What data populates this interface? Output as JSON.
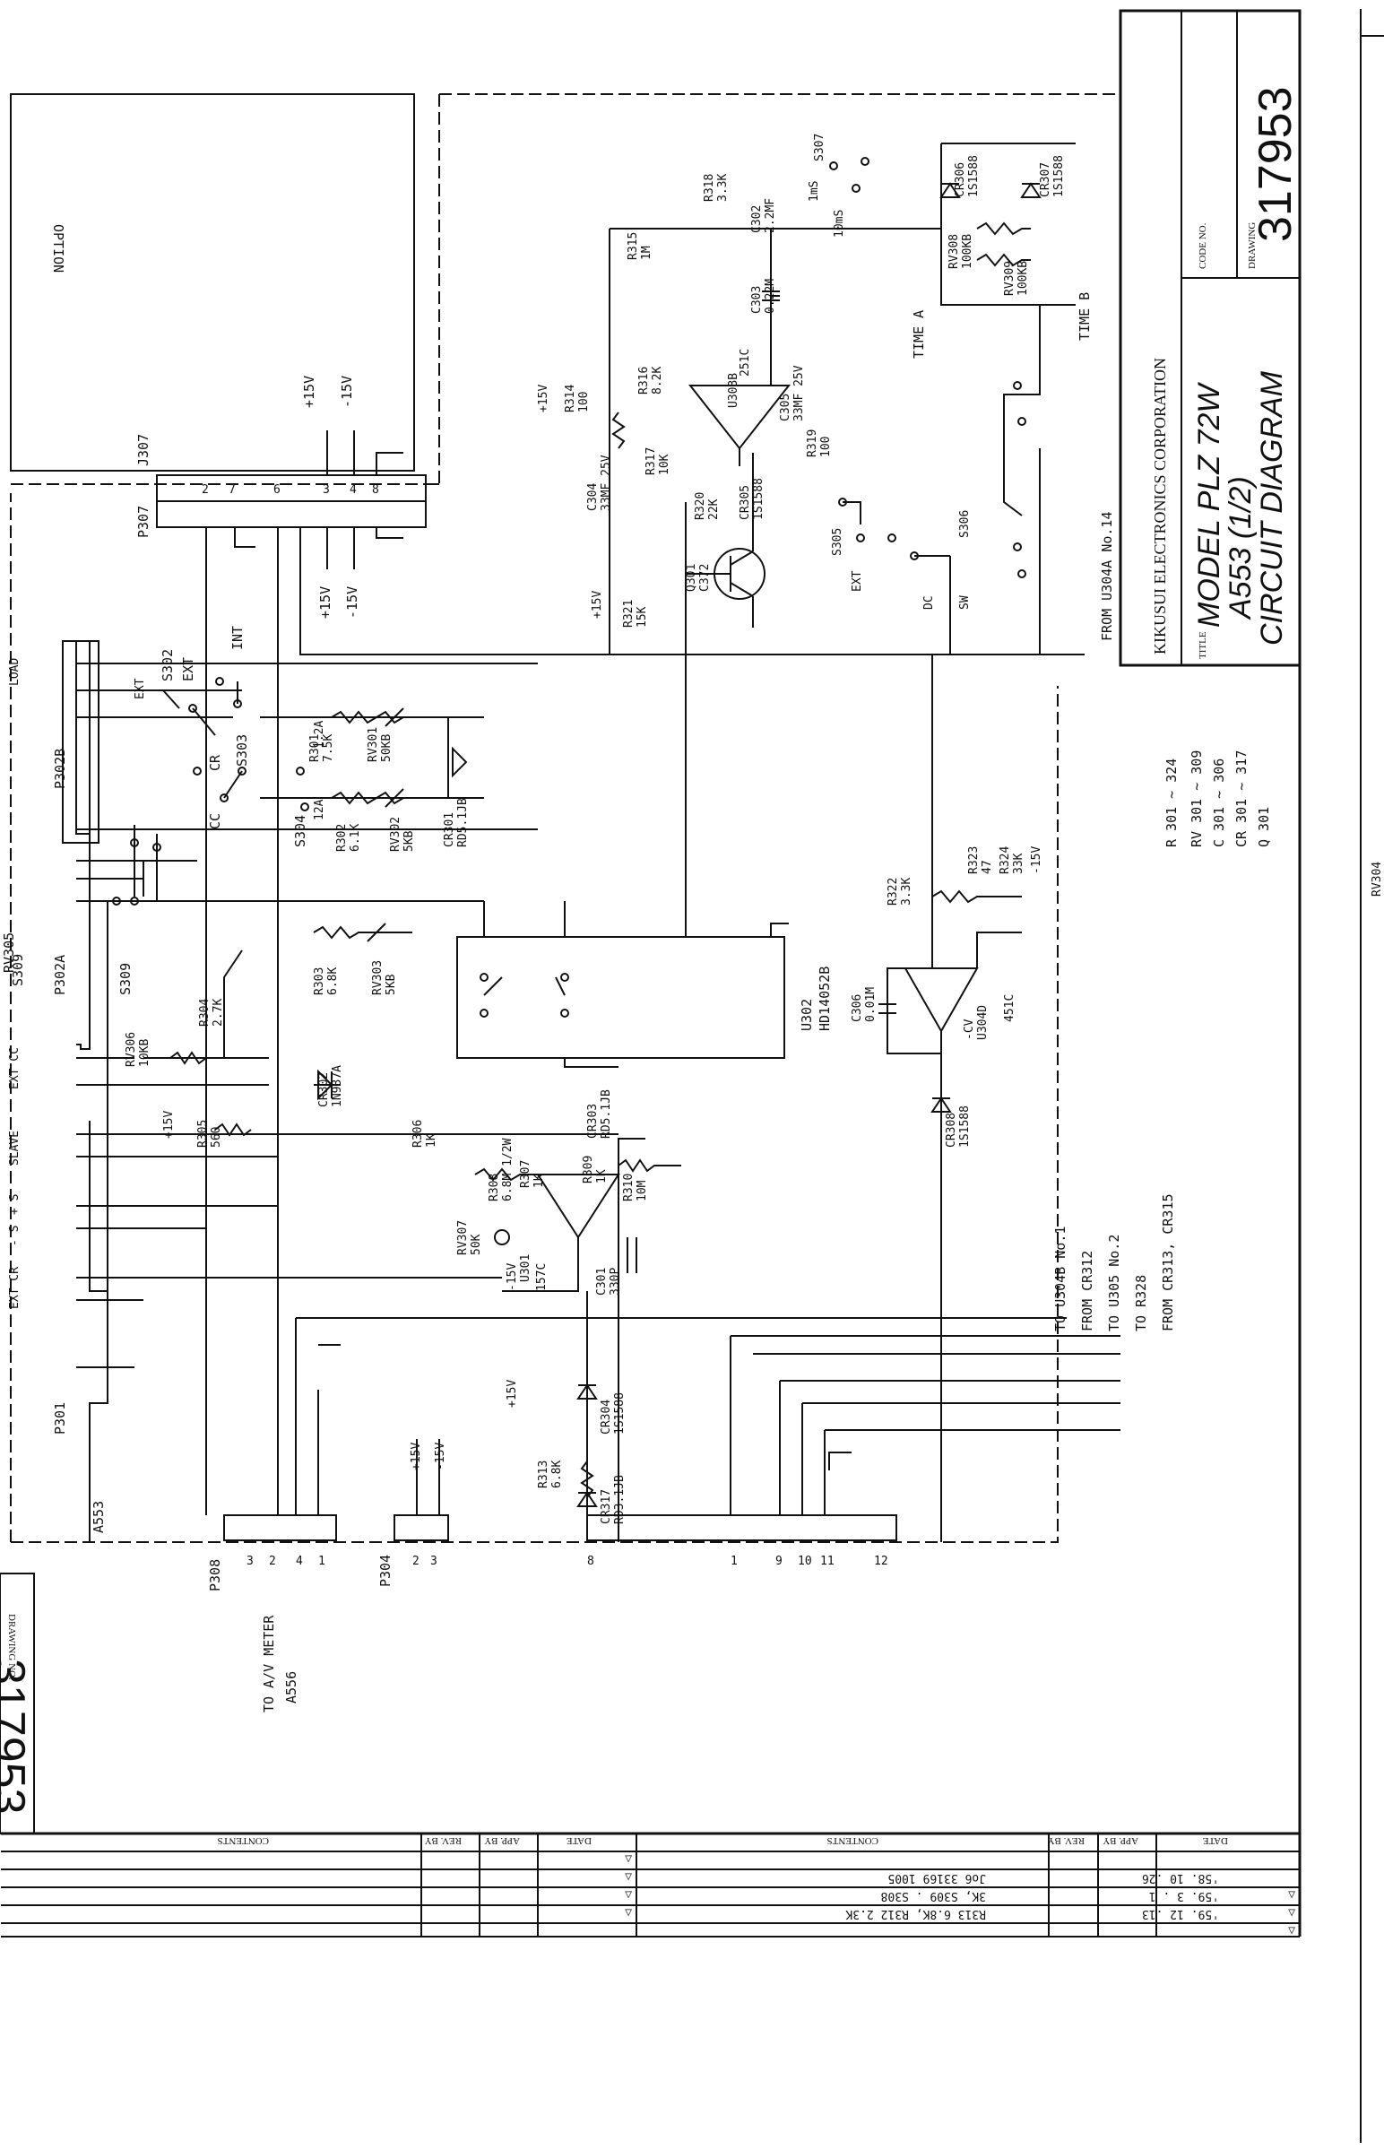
{
  "title_block": {
    "company": "KIKUSUI ELECTRONICS CORPORATION",
    "title_label": "TITLE",
    "model": "MODEL PLZ 72W",
    "board": "A553 (1/2)",
    "diagram": "CIRCUIT DIAGRAM",
    "code_label": "CODE NO.",
    "drawing_label": "DRAWING",
    "drawing_no": "317953",
    "drawing_no_margin": "317953",
    "drawing_label_margin": "DRAWING NO."
  },
  "parts_range": {
    "r": "R 301 ~ 324",
    "rv": "RV 301 ~ 309",
    "c": "C 301 ~ 306",
    "cr": "CR 301 ~ 317",
    "q": "Q 301"
  },
  "revisions": {
    "headers": [
      "DATE",
      "APP. BY",
      "REV. BY",
      "CONTENTS"
    ],
    "right_headers": [
      "DATE",
      "APP. BY",
      "REV. BY",
      "CONTENTS"
    ],
    "rows": [
      {
        "mark": "△",
        "date": "'59. 12 .13",
        "app": "",
        "rev": "",
        "contents": "R313 6.8K, R312 2.3K"
      },
      {
        "mark": "△",
        "date": "'59. 3 . 1",
        "app": "",
        "rev": "",
        "contents": "3K, S309 . S308"
      },
      {
        "mark": "△",
        "date": "'58. 10 .26",
        "app": "",
        "rev": "",
        "contents": "Jo6 33169 1005"
      }
    ],
    "empty_marks": [
      "△",
      "△",
      "△",
      "△"
    ]
  },
  "blocks": {
    "option": "OPTION",
    "a553": "A553",
    "u302": "U302",
    "u302_part": "HD14052B",
    "to_meter_1": "TO A/V METER",
    "to_meter_2": "A556"
  },
  "connectors": {
    "j307": "J307",
    "p307": "P307",
    "p301": "P301",
    "p302a": "P302A",
    "p302b": "P302B",
    "p308": "P308",
    "p304": "P304",
    "p308_pins": [
      "3",
      "2",
      "4",
      "1"
    ],
    "p304_pins": [
      "2",
      "3"
    ],
    "bus_pins": [
      "8",
      "1",
      "9",
      "10",
      "11",
      "12"
    ],
    "j307_pins": [
      "2",
      "7",
      "6",
      "3",
      "4",
      "8"
    ]
  },
  "signals": {
    "from_u304a": "FROM U304A No.14",
    "to_u304b": "TO U304B No.1",
    "from_cr312": "FROM CR312",
    "to_u305": "TO U305 No.2",
    "to_r328": "TO R328",
    "from_cr313": "FROM CR313, CR315",
    "time_a": "TIME A",
    "time_b": "TIME B",
    "ext": "EXT",
    "int": "INT",
    "cr": "CR",
    "cc": "CC",
    "sw": "SW",
    "dc": "DC",
    "ms1": "1mS",
    "ms10": "10mS",
    "p15v": "+15V",
    "m15v": "-15V",
    "cv": "-CV",
    "u304d": "U304D",
    "u304d_part": "451C",
    "u301": "U301",
    "u301_part": "157C",
    "u303b": "U303B",
    "u303b_part": "251C",
    "load": "LOAD",
    "ext_cc": "EXT CC",
    "slave": "SLAVE",
    "s_plus": "+ S",
    "s_minus": "- S",
    "ext_cr": "EXT CR"
  },
  "components": {
    "r301": [
      "R301",
      "7.5K"
    ],
    "rv301": [
      "RV301",
      "50KB"
    ],
    "r302": [
      "R302",
      "6.1K"
    ],
    "rv302": [
      "RV302",
      "5KB"
    ],
    "cr301": [
      "CR301",
      "RD5.1JB"
    ],
    "r303": [
      "R303",
      "6.8K"
    ],
    "rv303": [
      "RV303",
      "5KB"
    ],
    "r304": [
      "R304",
      "2.7K"
    ],
    "rv306": [
      "RV306",
      "10KB"
    ],
    "cr302": [
      "CR302",
      "1N937A"
    ],
    "r305": [
      "R305",
      "560"
    ],
    "r306": [
      "R306",
      "1K"
    ],
    "cr303": [
      "CR303",
      "RD5.1JB"
    ],
    "r307": [
      "R307",
      "1K"
    ],
    "r308": [
      "R308",
      "6.8M 1/2W"
    ],
    "r309": [
      "R309",
      "1K"
    ],
    "r310": [
      "R310",
      "10M"
    ],
    "c301": [
      "C301",
      "330P"
    ],
    "rv307": [
      "RV307",
      "50K"
    ],
    "cr304": [
      "CR304",
      "1S1588"
    ],
    "r313": [
      "R313",
      "6.8K"
    ],
    "cr317": [
      "CR317",
      "RD3.1JB"
    ],
    "c306": [
      "C306",
      "0.01M"
    ],
    "r322": [
      "R322",
      "3.3K"
    ],
    "r323": [
      "R323",
      "47"
    ],
    "r324": [
      "R324",
      "33K"
    ],
    "cr308": [
      "CR308",
      "1S1588"
    ],
    "q301": [
      "Q301",
      "C372"
    ],
    "r321": [
      "R321",
      "15K"
    ],
    "r320": [
      "R320",
      "22K"
    ],
    "cr305": [
      "CR305",
      "1S1588"
    ],
    "r319": [
      "R319",
      "100"
    ],
    "r317": [
      "R317",
      "10K"
    ],
    "c304": [
      "C304",
      "33MF 25V"
    ],
    "r314": [
      "R314",
      "100"
    ],
    "r316": [
      "R316",
      "8.2K"
    ],
    "r315": [
      "R315",
      "1M"
    ],
    "c303": [
      "C303",
      "0.22M"
    ],
    "c305": [
      "C305",
      "33MF 25V"
    ],
    "r318": [
      "R318",
      "3.3K"
    ],
    "c302": [
      "C302",
      "2.2MF"
    ],
    "rv308": [
      "RV308",
      "100KB"
    ],
    "rv309": [
      "RV309",
      "100KB"
    ],
    "cr306": [
      "CR306",
      "1S1588"
    ],
    "cr307": [
      "CR307",
      "1S1588"
    ],
    "s302": "S302",
    "s303": "S303",
    "s304": "S304",
    "s305": "S305",
    "s306": "S306",
    "s307": "S307",
    "s309": "S309",
    "rv305": "RV305",
    "rv304": "RV304",
    "s304_opts": [
      "1.2A",
      "12A"
    ]
  }
}
